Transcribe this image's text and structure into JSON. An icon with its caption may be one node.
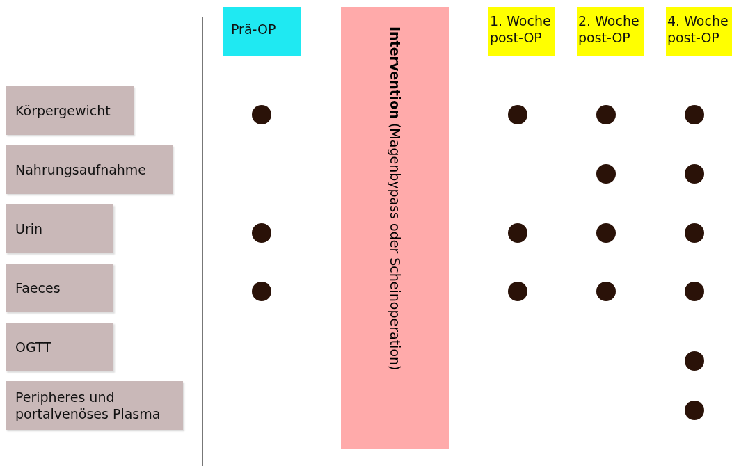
{
  "diagram": {
    "nodes": [
      {
        "text": [
          "Prä-OP"
        ]
      },
      {
        "text": [
          "**Intervention** (Magenbypass oder Scheinoperation)"
        ]
      },
      {
        "text": [
          "1. Woche post-OP"
        ]
      },
      {
        "text": [
          "2. Woche post-OP"
        ]
      },
      {
        "text": [
          "4. Woche post-OP"
        ]
      },
      {
        "text": [
          "Körpergewicht"
        ]
      },
      {
        "text": [],
        "shape": "circle"
      },
      {
        "text": [],
        "shape": "circle"
      },
      {
        "text": [],
        "shape": "circle"
      },
      {
        "text": [],
        "shape": "circle"
      },
      {
        "text": [
          "Nahrungsaufnahme"
        ]
      },
      {
        "text": [],
        "shape": "circle"
      },
      {
        "text": [],
        "shape": "circle"
      },
      {
        "text": [
          "Urin"
        ]
      },
      {
        "text": [],
        "shape": "circle"
      },
      {
        "text": [],
        "shape": "circle"
      },
      {
        "text": [],
        "shape": "circle"
      },
      {
        "text": [],
        "shape": "circle"
      },
      {
        "text": [
          "Faeces"
        ]
      },
      {
        "text": [],
        "shape": "circle"
      },
      {
        "text": [],
        "shape": "circle"
      },
      {
        "text": [],
        "shape": "circle"
      },
      {
        "text": [],
        "shape": "circle"
      },
      {
        "text": [
          "OGTT"
        ]
      },
      {
        "text": [],
        "shape": "circle"
      },
      {
        "text": [
          "Peripheres und portalvenöses Plasma"
        ]
      },
      {
        "text": [],
        "shape": "circle"
      }
    ]
  }
}
